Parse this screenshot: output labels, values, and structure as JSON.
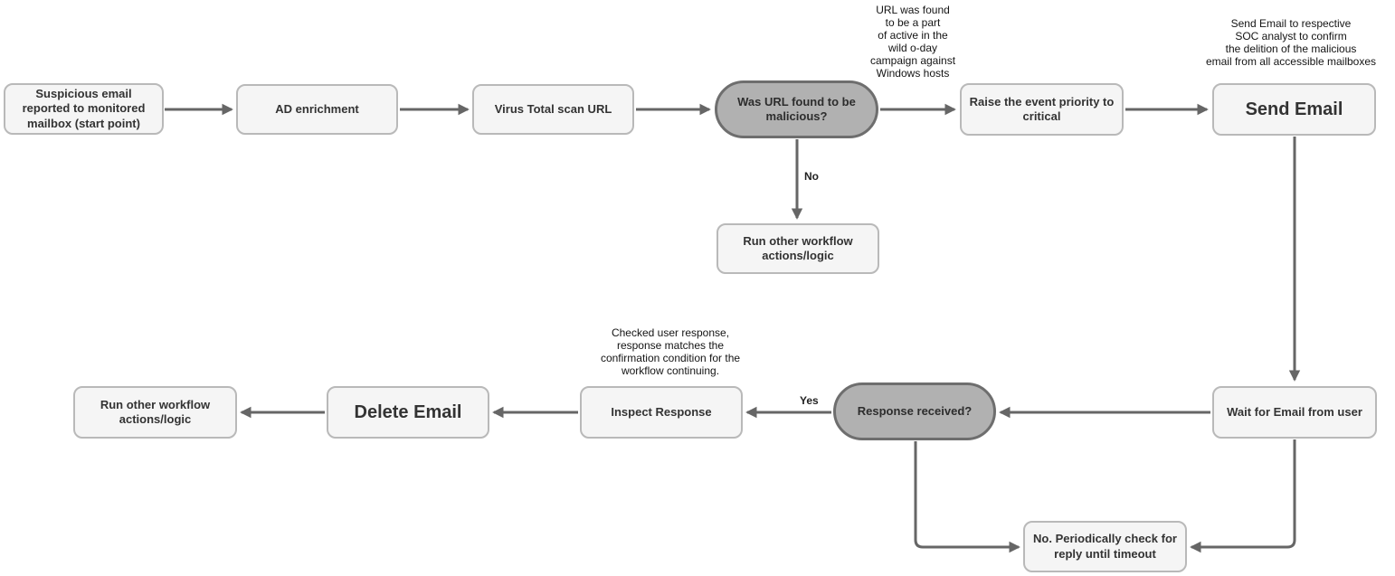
{
  "diagram": {
    "colors": {
      "process_fill": "#f5f5f5",
      "process_border": "#b9b9b9",
      "decision_fill": "#b1b1b1",
      "decision_border": "#6e6e6e",
      "arrow": "#666666",
      "text": "#333333"
    },
    "nodes": {
      "start": {
        "label": "Suspicious email\nreported to monitored\nmailbox (start point)"
      },
      "ad": {
        "label": "AD enrichment"
      },
      "vt": {
        "label": "Virus Total scan URL"
      },
      "decision1": {
        "label": "Was URL found to be\nmalicious?"
      },
      "raise": {
        "label": "Raise the event priority to\ncritical"
      },
      "send": {
        "label": "Send Email"
      },
      "runother1": {
        "label": "Run other workflow\nactions/logic"
      },
      "runother2": {
        "label": "Run other workflow\nactions/logic"
      },
      "delete": {
        "label": "Delete Email"
      },
      "inspect": {
        "label": "Inspect Response"
      },
      "decision2": {
        "label": "Response received?"
      },
      "wait": {
        "label": "Wait for Email from user"
      },
      "periodic": {
        "label": "No. Periodically check for\nreply until timeout"
      }
    },
    "edge_labels": {
      "no": "No",
      "yes": "Yes"
    },
    "annotations": {
      "campaign": {
        "text": "URL was found\nto be a part\nof active in the\nwild o-day\ncampaign against\nWindows hosts"
      },
      "sendmail": {
        "text": "Send Email to respective\nSOC analyst to confirm\nthe delition of the malicious\nemail from all accessible mailboxes"
      },
      "checked": {
        "text": "Checked user response,\nresponse matches the\nconfirmation condition for the\nworkflow continuing."
      }
    }
  }
}
